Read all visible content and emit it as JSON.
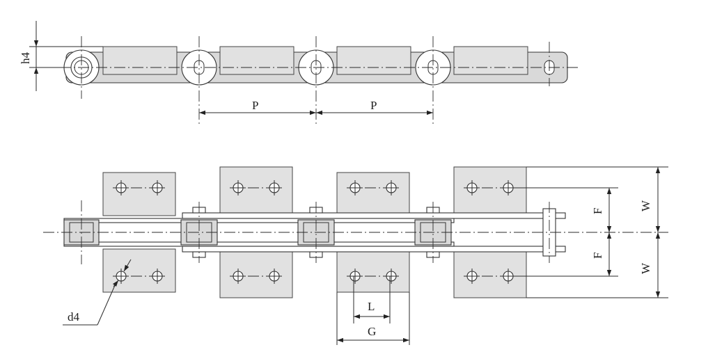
{
  "labels": {
    "h4": "h4",
    "pitch_1": "P",
    "pitch_2": "P",
    "d4": "d4",
    "F_top": "F",
    "F_bottom": "F",
    "W_top": "W",
    "W_bottom": "W",
    "L": "L",
    "G": "G"
  },
  "colors": {
    "line": "#2a2a2a",
    "plate_fill": "#e1e1e1",
    "link_fill": "#d9d9d9",
    "background": "#ffffff"
  }
}
